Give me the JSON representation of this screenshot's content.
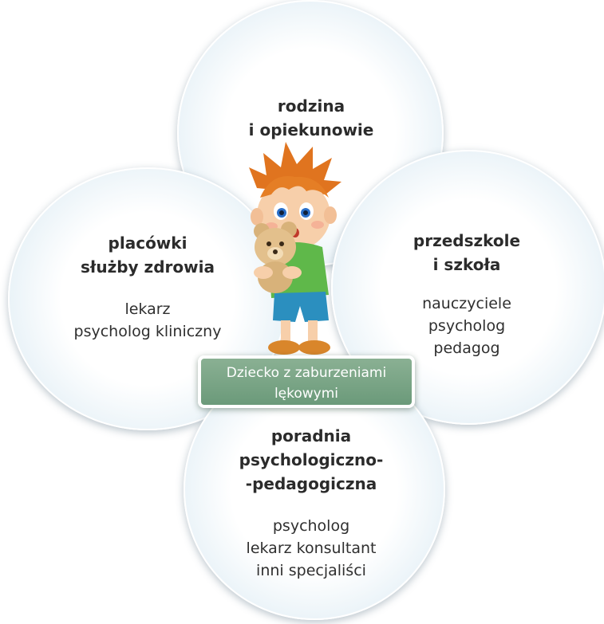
{
  "diagram": {
    "center_label": "Dziecko z zaburzeniami lękowymi",
    "nodes": [
      {
        "title_lines": [
          "rodzina",
          "i opiekunowie"
        ],
        "items": []
      },
      {
        "title_lines": [
          "placówki",
          "służby zdrowia"
        ],
        "items": [
          "lekarz",
          "psycholog kliniczny"
        ]
      },
      {
        "title_lines": [
          "przedszkole",
          "i szkoła"
        ],
        "items": [
          "nauczyciele",
          "psycholog",
          "pedagog"
        ]
      },
      {
        "title_lines": [
          "poradnia",
          "psychologiczno-",
          "-pedagogiczna"
        ],
        "items": [
          "psycholog",
          "lekarz konsultant",
          "inni specjaliści"
        ]
      }
    ],
    "colors": {
      "circle_edge": "#c9e0ec",
      "center_box": "#7aa486",
      "text": "#2b2b2b"
    },
    "icons": {
      "child": "child-with-teddy-bear-icon"
    }
  }
}
